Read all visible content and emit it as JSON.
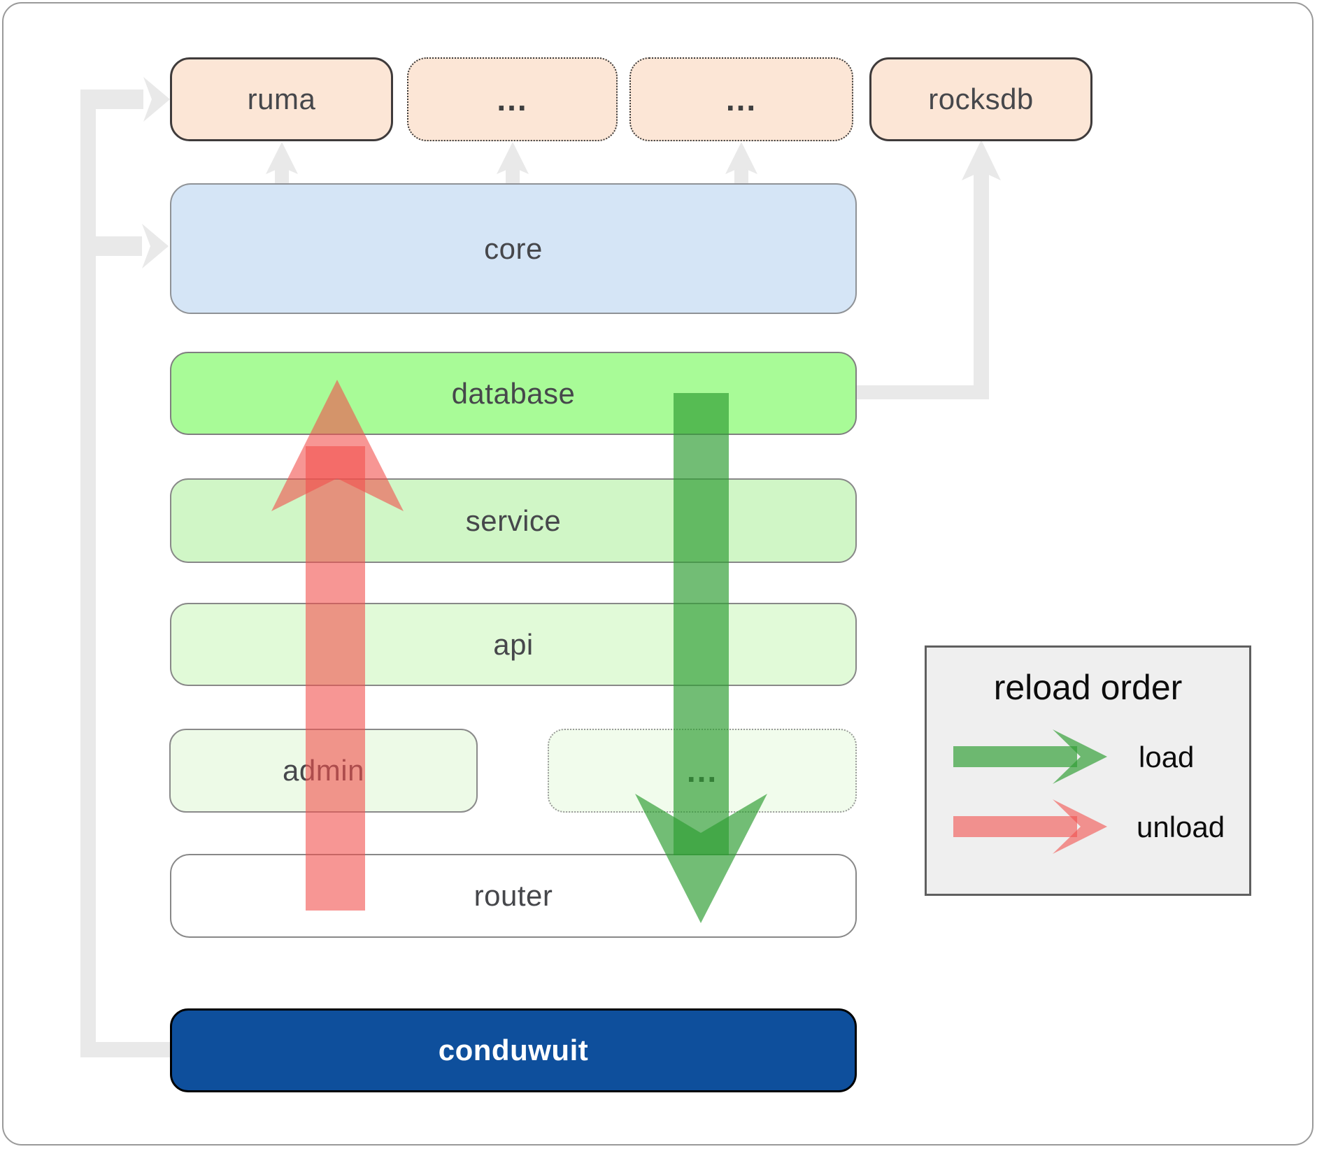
{
  "diagram": {
    "title_hint": "conduwuit module reload-order diagram",
    "top_row": [
      {
        "id": "ruma",
        "label": "ruma",
        "border": "solid"
      },
      {
        "id": "dots-1",
        "label": "...",
        "border": "dotted"
      },
      {
        "id": "dots-2",
        "label": "...",
        "border": "dotted"
      },
      {
        "id": "rocksdb",
        "label": "rocksdb",
        "border": "solid"
      }
    ],
    "layers": [
      {
        "id": "core",
        "label": "core"
      },
      {
        "id": "database",
        "label": "database"
      },
      {
        "id": "service",
        "label": "service"
      },
      {
        "id": "api",
        "label": "api"
      },
      {
        "id": "admin",
        "label": "admin"
      },
      {
        "id": "admin-dots",
        "label": "..."
      },
      {
        "id": "router",
        "label": "router"
      },
      {
        "id": "conduwuit",
        "label": "conduwuit"
      }
    ],
    "legend": {
      "title": "reload order",
      "items": [
        {
          "label": "load",
          "color": "#2f9e33"
        },
        {
          "label": "unload",
          "color": "#f2504d"
        }
      ]
    },
    "colors": {
      "peach_fill": "#fce6d6",
      "dark_box_border": "#3f3b3b",
      "core_fill": "#d5e5f6",
      "database_fill": "#a8fb97",
      "service_fill": "#d0f6c6",
      "api_fill": "#e1fad8",
      "admin_fill": "#edfae7",
      "admin_dots_fill": "#f1fcec",
      "router_fill": "#ffffff",
      "conduwuit_fill": "#0e4f9c",
      "conduwuit_text": "#ffffff",
      "connector_gray": "#e9e9e9",
      "load_green": "#2f9e33",
      "unload_red": "#f2504d",
      "legend_bg": "#efefef",
      "label_text": "#46474b"
    }
  }
}
